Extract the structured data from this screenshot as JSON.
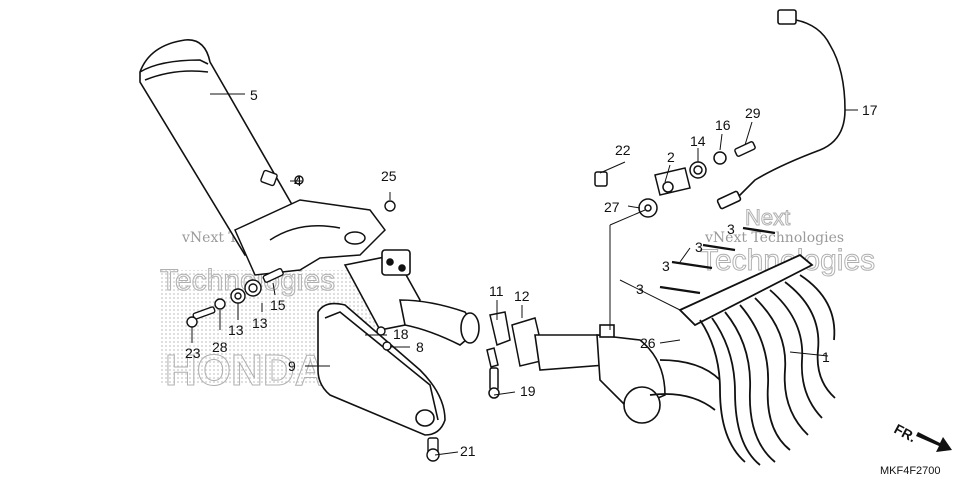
{
  "diagram": {
    "part_labels": {
      "p1": "1",
      "p2": "2",
      "p3a": "3",
      "p3b": "3",
      "p3c": "3",
      "p3d": "3",
      "p4": "4",
      "p5": "5",
      "p8": "8",
      "p9": "9",
      "p11": "11",
      "p12": "12",
      "p13a": "13",
      "p13b": "13",
      "p14": "14",
      "p15": "15",
      "p16": "16",
      "p17": "17",
      "p18": "18",
      "p19": "19",
      "p21": "21",
      "p22": "22",
      "p23": "23",
      "p25": "25",
      "p26": "26",
      "p27": "27",
      "p28": "28",
      "p29": "29"
    },
    "diagram_code": "MKF4F2700",
    "front_indicator": "FR.",
    "watermarks": {
      "brand_left_small": "vNext Technologies",
      "brand_left_large": "Technologies",
      "brand_right_small": "vNext Technologies",
      "brand_right_large": "Technologies",
      "brand_right_top": "Next",
      "maker": "HONDA"
    }
  }
}
